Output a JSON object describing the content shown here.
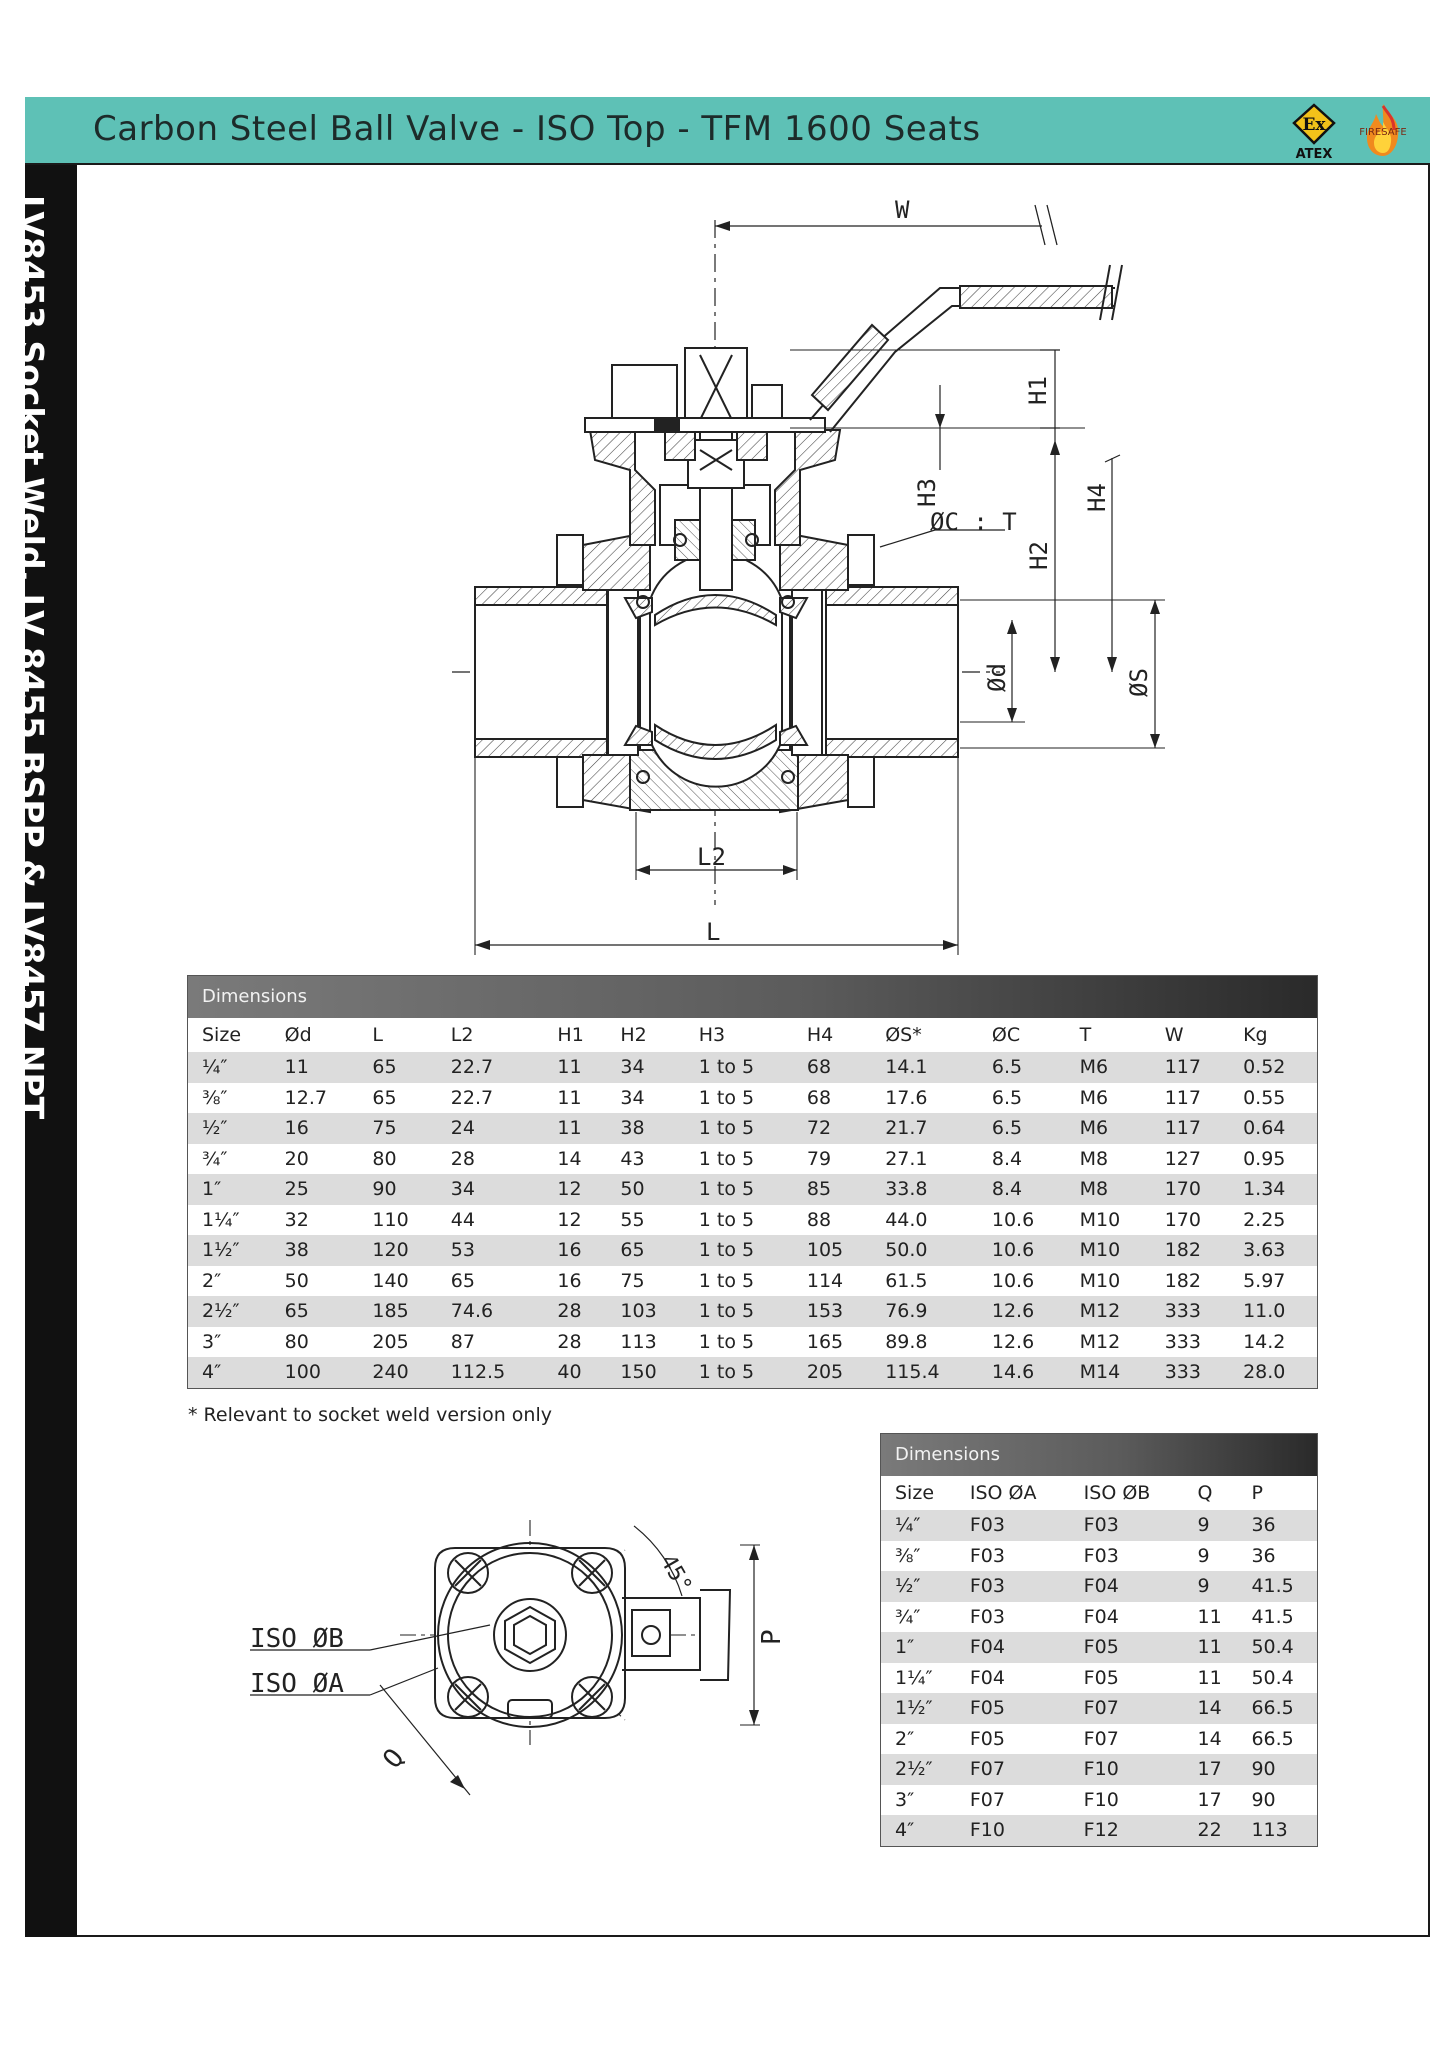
{
  "header": {
    "title": "Carbon Steel Ball Valve - ISO Top - TFM 1600 Seats",
    "atex_mark": "Ex",
    "atex_label": "ATEX",
    "firesafe_label": "FIRESAFE"
  },
  "sidebar": {
    "text": "LV8453 Socket Weld, LV 8455 BSPP & LV8457 NPT"
  },
  "drawing_main": {
    "labels": {
      "w": "W",
      "h1": "H1",
      "h2": "H2",
      "h3": "H3",
      "h4": "H4",
      "c_t": "ØC : T",
      "d": "Ød",
      "s": "ØS",
      "l2": "L2",
      "l": "L"
    }
  },
  "drawing_top": {
    "labels": {
      "iso_b": "ISO  ØB",
      "iso_a": "ISO  ØA",
      "angle": "45°",
      "p": "P",
      "q": "Q"
    }
  },
  "table1": {
    "title": "Dimensions",
    "columns": [
      "Size",
      "Ød",
      "L",
      "L2",
      "H1",
      "H2",
      "H3",
      "H4",
      "ØS*",
      "ØC",
      "T",
      "W",
      "Kg"
    ],
    "rows": [
      [
        "¼″",
        "11",
        "65",
        "22.7",
        "11",
        "34",
        "1 to 5",
        "68",
        "14.1",
        "6.5",
        "M6",
        "117",
        "0.52"
      ],
      [
        "⅜″",
        "12.7",
        "65",
        "22.7",
        "11",
        "34",
        "1 to 5",
        "68",
        "17.6",
        "6.5",
        "M6",
        "117",
        "0.55"
      ],
      [
        "½″",
        "16",
        "75",
        "24",
        "11",
        "38",
        "1 to 5",
        "72",
        "21.7",
        "6.5",
        "M6",
        "117",
        "0.64"
      ],
      [
        "¾″",
        "20",
        "80",
        "28",
        "14",
        "43",
        "1 to 5",
        "79",
        "27.1",
        "8.4",
        "M8",
        "127",
        "0.95"
      ],
      [
        "1″",
        "25",
        "90",
        "34",
        "12",
        "50",
        "1 to 5",
        "85",
        "33.8",
        "8.4",
        "M8",
        "170",
        "1.34"
      ],
      [
        "1¼″",
        "32",
        "110",
        "44",
        "12",
        "55",
        "1 to 5",
        "88",
        "44.0",
        "10.6",
        "M10",
        "170",
        "2.25"
      ],
      [
        "1½″",
        "38",
        "120",
        "53",
        "16",
        "65",
        "1 to 5",
        "105",
        "50.0",
        "10.6",
        "M10",
        "182",
        "3.63"
      ],
      [
        "2″",
        "50",
        "140",
        "65",
        "16",
        "75",
        "1 to 5",
        "114",
        "61.5",
        "10.6",
        "M10",
        "182",
        "5.97"
      ],
      [
        "2½″",
        "65",
        "185",
        "74.6",
        "28",
        "103",
        "1 to 5",
        "153",
        "76.9",
        "12.6",
        "M12",
        "333",
        "11.0"
      ],
      [
        "3″",
        "80",
        "205",
        "87",
        "28",
        "113",
        "1 to 5",
        "165",
        "89.8",
        "12.6",
        "M12",
        "333",
        "14.2"
      ],
      [
        "4″",
        "100",
        "240",
        "112.5",
        "40",
        "150",
        "1 to 5",
        "205",
        "115.4",
        "14.6",
        "M14",
        "333",
        "28.0"
      ]
    ]
  },
  "note": "* Relevant to socket weld version only",
  "table2": {
    "title": "Dimensions",
    "columns": [
      "Size",
      "ISO ØA",
      "ISO ØB",
      "Q",
      "P"
    ],
    "rows": [
      [
        "¼″",
        "F03",
        "F03",
        "9",
        "36"
      ],
      [
        "⅜″",
        "F03",
        "F03",
        "9",
        "36"
      ],
      [
        "½″",
        "F03",
        "F04",
        "9",
        "41.5"
      ],
      [
        "¾″",
        "F03",
        "F04",
        "11",
        "41.5"
      ],
      [
        "1″",
        "F04",
        "F05",
        "11",
        "50.4"
      ],
      [
        "1¼″",
        "F04",
        "F05",
        "11",
        "50.4"
      ],
      [
        "1½″",
        "F05",
        "F07",
        "14",
        "66.5"
      ],
      [
        "2″",
        "F05",
        "F07",
        "14",
        "66.5"
      ],
      [
        "2½″",
        "F07",
        "F10",
        "17",
        "90"
      ],
      [
        "3″",
        "F07",
        "F10",
        "17",
        "90"
      ],
      [
        "4″",
        "F10",
        "F12",
        "22",
        "113"
      ]
    ]
  }
}
